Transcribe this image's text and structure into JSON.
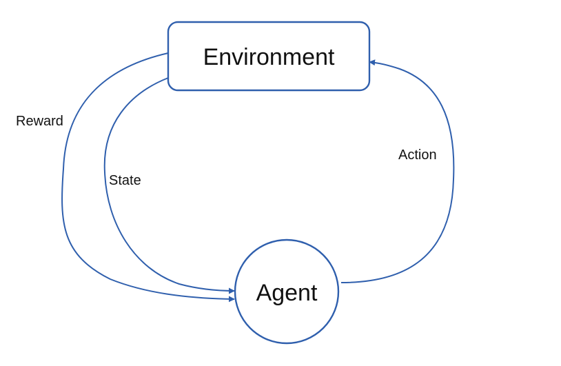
{
  "diagram": {
    "nodes": {
      "environment": "Environment",
      "agent": "Agent"
    },
    "edges": {
      "reward": "Reward",
      "state": "State",
      "action": "Action"
    },
    "colors": {
      "stroke": "#2f5fad",
      "text": "#111111",
      "background": "#ffffff"
    }
  }
}
